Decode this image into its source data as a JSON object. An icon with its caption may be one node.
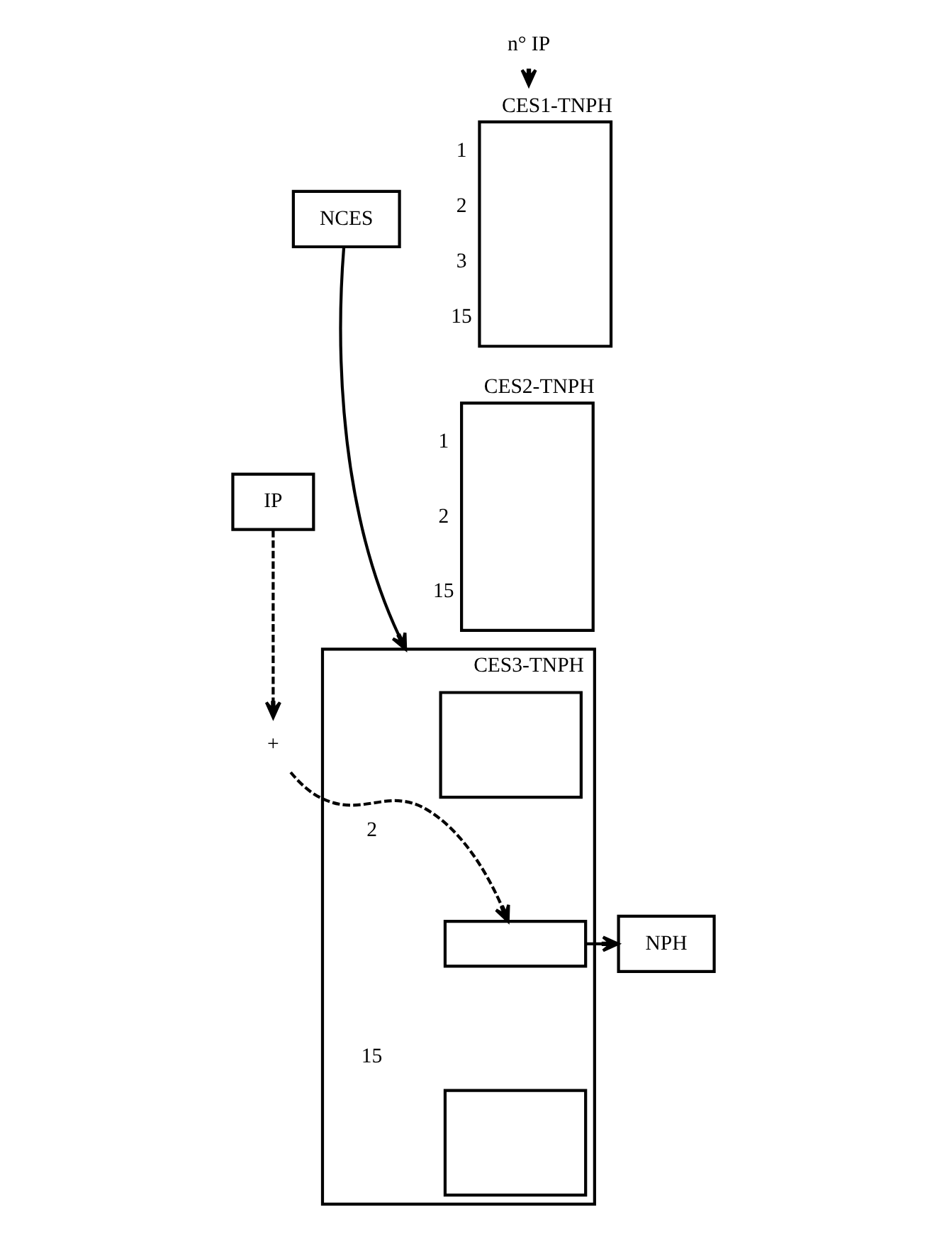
{
  "diagram": {
    "nodes": [
      {
        "text": [
          "n° IP"
        ]
      },
      {
        "text": [
          "CES1-TNPH"
        ],
        "beside": [
          "1",
          "2",
          "3",
          "15"
        ]
      },
      {
        "text": [
          "CES2-TNPH"
        ],
        "beside": [
          "1",
          "2",
          "15"
        ]
      },
      {
        "text": [
          "CES3-TNPH"
        ],
        "beside": [
          "2",
          "15"
        ]
      },
      {
        "text": [],
        "shape": "box",
        "in": 3
      },
      {
        "text": [],
        "shape": "box",
        "in": 3
      },
      {
        "text": [],
        "shape": "box",
        "in": 3
      },
      {
        "text": [
          "NCES"
        ]
      },
      {
        "text": [
          "IP"
        ]
      },
      {
        "text": [
          "+"
        ]
      },
      {
        "text": [
          "NPH"
        ]
      }
    ],
    "edges": [
      {
        "from": 0,
        "to": 1,
        "arrow": "to"
      },
      {
        "from": 7,
        "to": 3,
        "arrow": "to"
      },
      {
        "from": 8,
        "to": 9,
        "arrow": "to",
        "style": "dashed"
      },
      {
        "from": 9,
        "to": 5,
        "arrow": "to",
        "style": "dashed"
      },
      {
        "from": 5,
        "to": 10,
        "arrow": "to"
      }
    ]
  }
}
